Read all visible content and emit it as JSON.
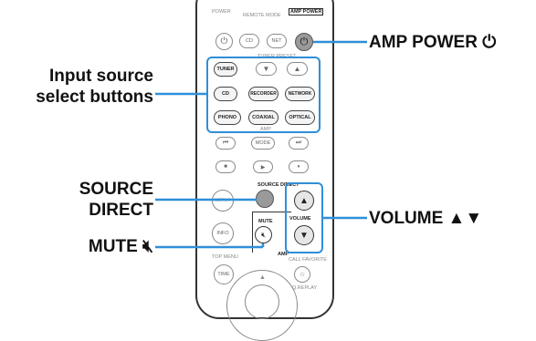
{
  "callouts": {
    "amp_power": "AMP POWER ⏻",
    "input_source_line1": "Input source",
    "input_source_line2": "select buttons",
    "source_direct_line1": "SOURCE",
    "source_direct_line2": "DIRECT",
    "mute": "MUTE 🔇︎",
    "volume": "VOLUME ▲▼"
  },
  "remote": {
    "power_label": "POWER",
    "remote_mode_label": "REMOTE MODE",
    "amp_power_label": "AMP POWER",
    "cd_label": "CD",
    "net_label": "NET",
    "tuner_preset_label": "TUNER PRESET",
    "input_buttons": [
      "TUNER",
      "CD",
      "RECORDER",
      "NETWORK",
      "PHONO",
      "COAXIAL",
      "OPTICAL"
    ],
    "amp_label": "AMP",
    "mode_label": "MODE",
    "source_direct_label": "SOURCE DIRECT",
    "setup_label": "SETUP",
    "info_label": "INFO",
    "mute_label": "MUTE",
    "volume_label": "VOLUME",
    "amp_label2": "AMP",
    "top_menu_label": "TOP MENU",
    "time_label": "TIME",
    "call_favorite_label": "CALL FAVORITE",
    "q_replay_label": "Q.REPLAY"
  },
  "colors": {
    "highlight": "#2f8fd8",
    "text": "#111111",
    "button_border": "#8a8a8a"
  }
}
